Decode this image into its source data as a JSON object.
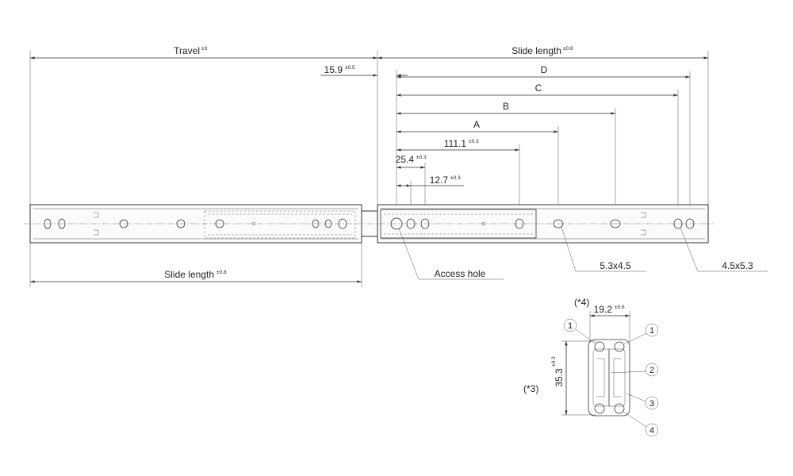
{
  "dimensions": {
    "travel": {
      "label": "Travel",
      "tol": "±3"
    },
    "slide_length_top": {
      "label": "Slide length",
      "tol": "±0.8"
    },
    "slide_length_bottom": {
      "label": "Slide length",
      "tol": "±0.8"
    },
    "offset": {
      "label": "15.9",
      "tol": "±0.5"
    },
    "d": {
      "label": "D"
    },
    "c": {
      "label": "C"
    },
    "b": {
      "label": "B"
    },
    "a": {
      "label": "A"
    },
    "d111": {
      "label": "111.1",
      "tol": "±0.3"
    },
    "d25": {
      "label": "25.4",
      "tol": "±0.3"
    },
    "d12": {
      "label": "12.7",
      "tol": "±0.3"
    }
  },
  "callouts": {
    "access_hole": "Access hole",
    "hole_a": "5.3x4.5",
    "hole_b": "4.5x5.3"
  },
  "section": {
    "note4": "(*4)",
    "note3": "(*3)",
    "width": {
      "label": "19.2",
      "tol": "±0.6"
    },
    "height": {
      "label": "35.3",
      "tol": "±0.3"
    },
    "bubbles": [
      "1",
      "1",
      "2",
      "3",
      "4"
    ]
  }
}
